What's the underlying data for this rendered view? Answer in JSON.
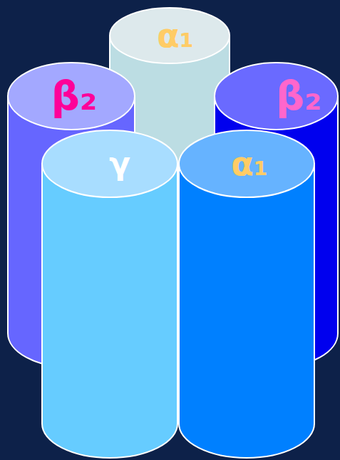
{
  "diagram": {
    "nodes": [
      {
        "text": [
          "α₁"
        ]
      },
      {
        "text": [
          "β₂"
        ]
      },
      {
        "text": [
          "β₂"
        ]
      },
      {
        "text": [
          "γ"
        ]
      },
      {
        "text": [
          "α₁"
        ]
      }
    ]
  }
}
